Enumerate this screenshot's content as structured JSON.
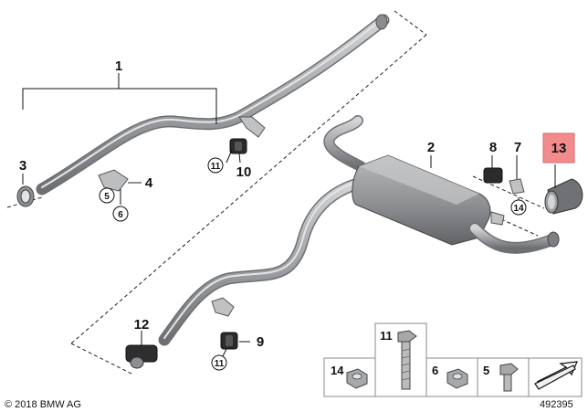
{
  "diagram": {
    "callouts": {
      "c1": "1",
      "c2": "2",
      "c3": "3",
      "c4": "4",
      "c5": "5",
      "c6": "6",
      "c7": "7",
      "c8": "8",
      "c9": "9",
      "c10": "10",
      "c11a": "11",
      "c11b": "11",
      "c12": "12",
      "c13": "13",
      "c14": "14"
    },
    "parts_box": {
      "p14": "14",
      "p11": "11",
      "p6": "6",
      "p5": "5"
    },
    "copyright": "© 2018 BMW AG",
    "diagram_id": "492395",
    "highlight_color": "#f28c8c",
    "pipe_color": "#a7a9ab"
  }
}
